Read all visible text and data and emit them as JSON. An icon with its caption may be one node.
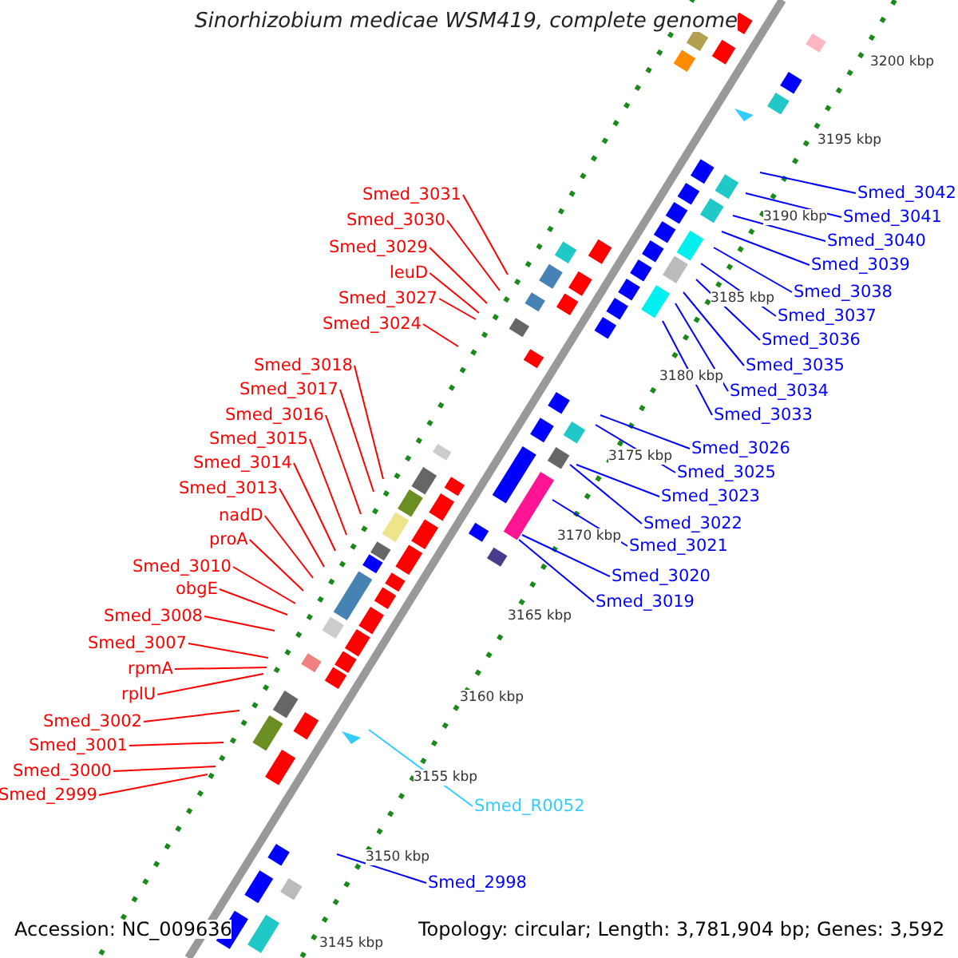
{
  "diagram": {
    "title": "Sinorhizobium medicae WSM419, complete genome",
    "nodes": [
      {
        "text": [
          "Smed_3031"
        ]
      },
      {
        "text": [
          "Smed_3030"
        ]
      },
      {
        "text": [
          "Smed_3029"
        ]
      },
      {
        "text": [
          "leuD"
        ]
      },
      {
        "text": [
          "Smed_3027"
        ]
      },
      {
        "text": [
          "Smed_3024"
        ]
      },
      {
        "text": [
          "Smed_3018"
        ]
      },
      {
        "text": [
          "Smed_3017"
        ]
      },
      {
        "text": [
          "Smed_3016"
        ]
      },
      {
        "text": [
          "Smed_3015"
        ]
      },
      {
        "text": [
          "Smed_3014"
        ]
      },
      {
        "text": [
          "Smed_3013"
        ]
      },
      {
        "text": [
          "nadD"
        ]
      },
      {
        "text": [
          "proA"
        ]
      },
      {
        "text": [
          "Smed_3010"
        ]
      },
      {
        "text": [
          "obgE"
        ]
      },
      {
        "text": [
          "Smed_3008"
        ]
      },
      {
        "text": [
          "Smed_3007"
        ]
      },
      {
        "text": [
          "rpmA"
        ]
      },
      {
        "text": [
          "rplU"
        ]
      },
      {
        "text": [
          "Smed_3002"
        ]
      },
      {
        "text": [
          "Smed_3001"
        ]
      },
      {
        "text": [
          "Smed_3000"
        ]
      },
      {
        "text": [
          "Smed_2999"
        ]
      },
      {
        "text": [
          "Smed_3042"
        ]
      },
      {
        "text": [
          "Smed_3041"
        ]
      },
      {
        "text": [
          "Smed_3040"
        ]
      },
      {
        "text": [
          "Smed_3039"
        ]
      },
      {
        "text": [
          "Smed_3038"
        ]
      },
      {
        "text": [
          "Smed_3037"
        ]
      },
      {
        "text": [
          "Smed_3036"
        ]
      },
      {
        "text": [
          "Smed_3035"
        ]
      },
      {
        "text": [
          "Smed_3034"
        ]
      },
      {
        "text": [
          "Smed_3033"
        ]
      },
      {
        "text": [
          "Smed_3026"
        ]
      },
      {
        "text": [
          "Smed_3025"
        ]
      },
      {
        "text": [
          "Smed_3023"
        ]
      },
      {
        "text": [
          "Smed_3022"
        ]
      },
      {
        "text": [
          "Smed_3021"
        ]
      },
      {
        "text": [
          "Smed_3020"
        ]
      },
      {
        "text": [
          "Smed_3019"
        ]
      },
      {
        "text": [
          "Smed_R0052"
        ]
      },
      {
        "text": [
          "Smed_2998"
        ]
      }
    ],
    "edges": [
      {
        "from": 0,
        "to": null,
        "arrow": "none"
      },
      {
        "from": 1,
        "to": null,
        "arrow": "none"
      },
      {
        "from": 2,
        "to": null,
        "arrow": "none"
      },
      {
        "from": 3,
        "to": null,
        "arrow": "none"
      },
      {
        "from": 4,
        "to": null,
        "arrow": "none"
      },
      {
        "from": 5,
        "to": null,
        "arrow": "none"
      },
      {
        "from": 6,
        "to": null,
        "arrow": "none"
      },
      {
        "from": 7,
        "to": null,
        "arrow": "none"
      },
      {
        "from": 8,
        "to": null,
        "arrow": "none"
      },
      {
        "from": 9,
        "to": null,
        "arrow": "none"
      },
      {
        "from": 10,
        "to": null,
        "arrow": "none"
      },
      {
        "from": 11,
        "to": null,
        "arrow": "none"
      },
      {
        "from": 12,
        "to": null,
        "arrow": "none"
      },
      {
        "from": 13,
        "to": null,
        "arrow": "none"
      },
      {
        "from": 14,
        "to": null,
        "arrow": "none"
      },
      {
        "from": 15,
        "to": null,
        "arrow": "none"
      },
      {
        "from": 16,
        "to": null,
        "arrow": "none"
      },
      {
        "from": 17,
        "to": null,
        "arrow": "none"
      },
      {
        "from": 18,
        "to": null,
        "arrow": "none"
      },
      {
        "from": 19,
        "to": null,
        "arrow": "none"
      },
      {
        "from": 20,
        "to": null,
        "arrow": "none"
      },
      {
        "from": 21,
        "to": null,
        "arrow": "none"
      },
      {
        "from": 22,
        "to": null,
        "arrow": "none"
      },
      {
        "from": 23,
        "to": null,
        "arrow": "none"
      },
      {
        "from": 24,
        "to": null,
        "arrow": "none",
        "color": "#0000ff"
      },
      {
        "from": 25,
        "to": null,
        "arrow": "none",
        "color": "#0000ff"
      },
      {
        "from": 26,
        "to": null,
        "arrow": "none",
        "color": "#0000ff"
      },
      {
        "from": 27,
        "to": null,
        "arrow": "none",
        "color": "#0000ff"
      },
      {
        "from": 28,
        "to": null,
        "arrow": "none",
        "color": "#0000ff"
      },
      {
        "from": 29,
        "to": null,
        "arrow": "none",
        "color": "#0000ff"
      },
      {
        "from": 30,
        "to": null,
        "arrow": "none",
        "color": "#0000ff"
      },
      {
        "from": 31,
        "to": null,
        "arrow": "none",
        "color": "#0000ff"
      },
      {
        "from": 32,
        "to": null,
        "arrow": "none",
        "color": "#0000ff"
      },
      {
        "from": 33,
        "to": null,
        "arrow": "none",
        "color": "#0000ff"
      },
      {
        "from": 34,
        "to": null,
        "arrow": "none",
        "color": "#0000ff"
      },
      {
        "from": 35,
        "to": null,
        "arrow": "none",
        "color": "#0000ff"
      },
      {
        "from": 36,
        "to": null,
        "arrow": "none",
        "color": "#0000ff"
      },
      {
        "from": 37,
        "to": null,
        "arrow": "none",
        "color": "#0000ff"
      },
      {
        "from": 38,
        "to": null,
        "arrow": "none",
        "color": "#0000ff"
      },
      {
        "from": 39,
        "to": null,
        "arrow": "none",
        "color": "#0000ff"
      },
      {
        "from": 40,
        "to": null,
        "arrow": "none",
        "color": "#0000ff"
      },
      {
        "from": 41,
        "to": null,
        "arrow": "none",
        "color": "#33ccff"
      },
      {
        "from": 42,
        "to": null,
        "arrow": "none",
        "color": "#0000ff"
      }
    ],
    "labels": [
      "3200 kbp",
      "3195 kbp",
      "3190 kbp",
      "3185 kbp",
      "3180 kbp",
      "3175 kbp",
      "3170 kbp",
      "3165 kbp",
      "3160 kbp",
      "3155 kbp",
      "3150 kbp",
      "3145 kbp",
      "Accession: NC_009636",
      "Topology: circular; Length: 3,781,904 bp; Genes: 3,592"
    ]
  }
}
